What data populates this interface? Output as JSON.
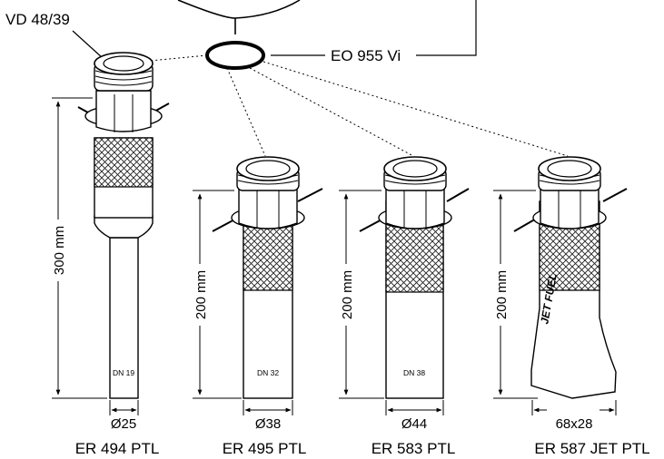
{
  "top_labels": {
    "seal_ring": "VD 48/39",
    "o_ring": "EO 955 Vi"
  },
  "nozzles": [
    {
      "id": "er494",
      "name": "ER 494 PTL",
      "length": "300 mm",
      "diameter": "Ø25",
      "dn": "DN 19"
    },
    {
      "id": "er495",
      "name": "ER 495 PTL",
      "length": "200 mm",
      "diameter": "Ø38",
      "dn": "DN 32"
    },
    {
      "id": "er583",
      "name": "ER 583 PTL",
      "length": "200 mm",
      "diameter": "Ø44",
      "dn": "DN 38"
    },
    {
      "id": "er587",
      "name": "ER 587 JET PTL",
      "length": "200 mm",
      "diameter": "68x28",
      "marking": "JET FUEL"
    }
  ]
}
